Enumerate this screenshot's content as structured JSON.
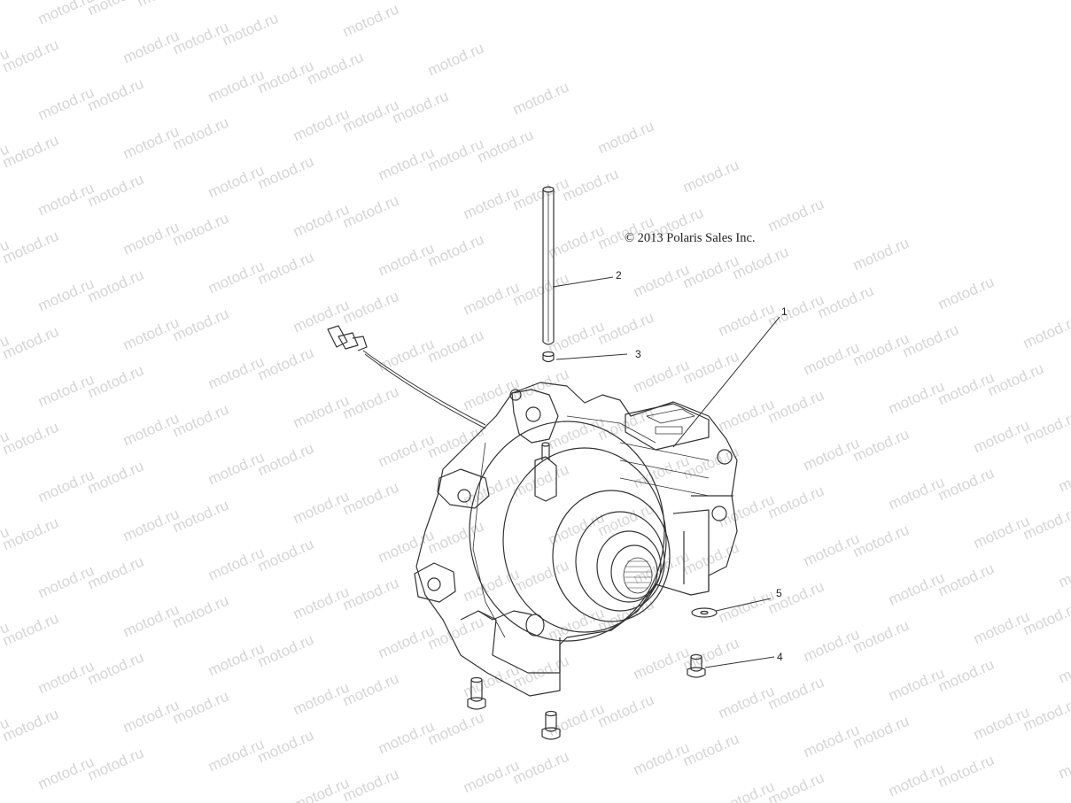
{
  "watermark": {
    "text": "motod.ru"
  },
  "copyright": "© 2013 Polaris Sales Inc.",
  "callouts": [
    "1",
    "2",
    "3",
    "4",
    "5"
  ],
  "parts": {
    "housing": "gearcase-housing",
    "pin": "vent-tube",
    "plug": "cap",
    "bolt": "bolt",
    "washer": "washer",
    "sensor": "speed-sensor"
  },
  "colors": {
    "line": "#333333",
    "watermark": "#d6d6d6"
  }
}
